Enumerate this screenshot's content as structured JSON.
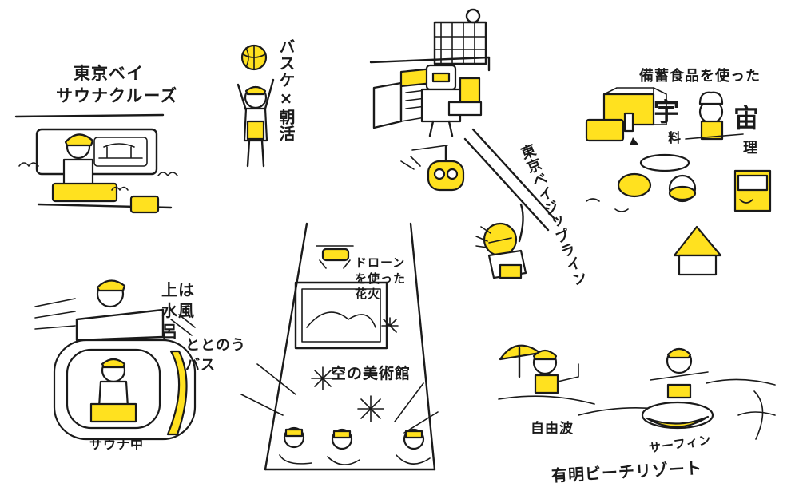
{
  "colors": {
    "accent": "#FFE11F",
    "ink": "#1a1a1a",
    "background": "#ffffff"
  },
  "scenes": {
    "sauna_cruise": {
      "line1": "東京ベイ",
      "line2": "サウナクルーズ"
    },
    "basketball": {
      "label": "バスケ×朝活"
    },
    "zipline": {
      "label": "東京ベイジップライン"
    },
    "emergency_food": {
      "title": "備蓄食品を使った",
      "char1": "宇",
      "char2": "料",
      "char3": "宙",
      "char4": "理"
    },
    "sauna_bus": {
      "top": "上は水風呂",
      "side": "ととのうバス",
      "bottom": "サウナ中"
    },
    "sky_museum": {
      "drone": "ドローンを使った花火",
      "title": "空の美術館"
    },
    "beach": {
      "wave": "自由波",
      "surf": "サーフィン",
      "title": "有明ビーチリゾート"
    }
  }
}
